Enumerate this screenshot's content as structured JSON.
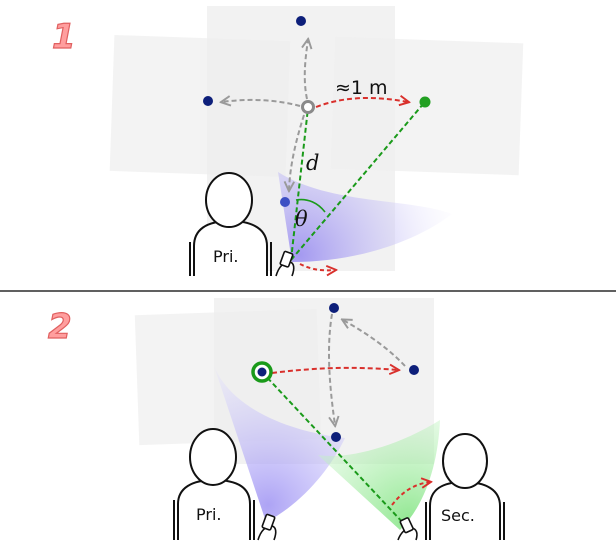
{
  "panel1": {
    "number": "1",
    "distance_label": "≈1 m",
    "d_label": "d",
    "theta_label": "θ",
    "person_label": "Pri."
  },
  "panel2": {
    "number": "2",
    "primary_label": "Pri.",
    "secondary_label": "Sec."
  },
  "colors": {
    "target_dot": "#0d1f7a",
    "selected_dot": "#22a022",
    "near_dot": "#3d4fc4",
    "grey_arrow": "#9a9a9a",
    "red_arrow": "#d9302c",
    "green_ray": "#1a9a1a",
    "number_fill": "#ff9e9e",
    "number_stroke": "#e06060",
    "divider": "#000000"
  }
}
